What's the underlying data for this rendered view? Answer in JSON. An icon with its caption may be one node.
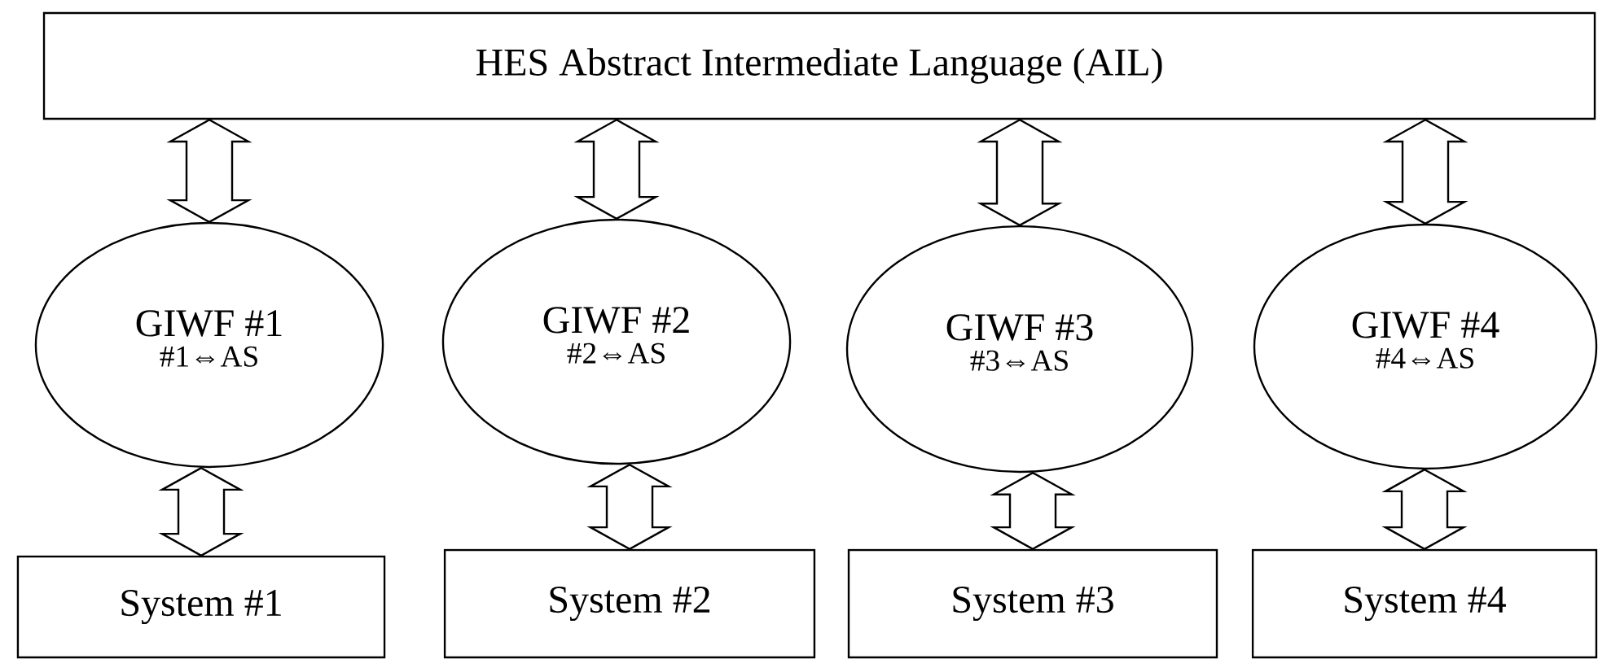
{
  "diagram": {
    "nodes": [
      {
        "text": [
          "HES Abstract Intermediate Language (AIL)"
        ]
      },
      {
        "text": [
          "GIWF #1",
          "#1⇔AS"
        ]
      },
      {
        "text": [
          "GIWF #2",
          "#2⇔AS"
        ]
      },
      {
        "text": [
          "GIWF #3",
          "#3⇔AS"
        ]
      },
      {
        "text": [
          "GIWF #4",
          "#4⇔AS"
        ]
      },
      {
        "text": [
          "System #1"
        ]
      },
      {
        "text": [
          "System #2"
        ]
      },
      {
        "text": [
          "System #3"
        ]
      },
      {
        "text": [
          "System #4"
        ]
      }
    ],
    "edges": [
      {
        "from": 0,
        "to": 1,
        "arrow": "both"
      },
      {
        "from": 0,
        "to": 2,
        "arrow": "both"
      },
      {
        "from": 0,
        "to": 3,
        "arrow": "both"
      },
      {
        "from": 0,
        "to": 4,
        "arrow": "both"
      },
      {
        "from": 1,
        "to": 5,
        "arrow": "both"
      },
      {
        "from": 2,
        "to": 6,
        "arrow": "both"
      },
      {
        "from": 3,
        "to": 7,
        "arrow": "both"
      },
      {
        "from": 4,
        "to": 8,
        "arrow": "both"
      }
    ]
  }
}
